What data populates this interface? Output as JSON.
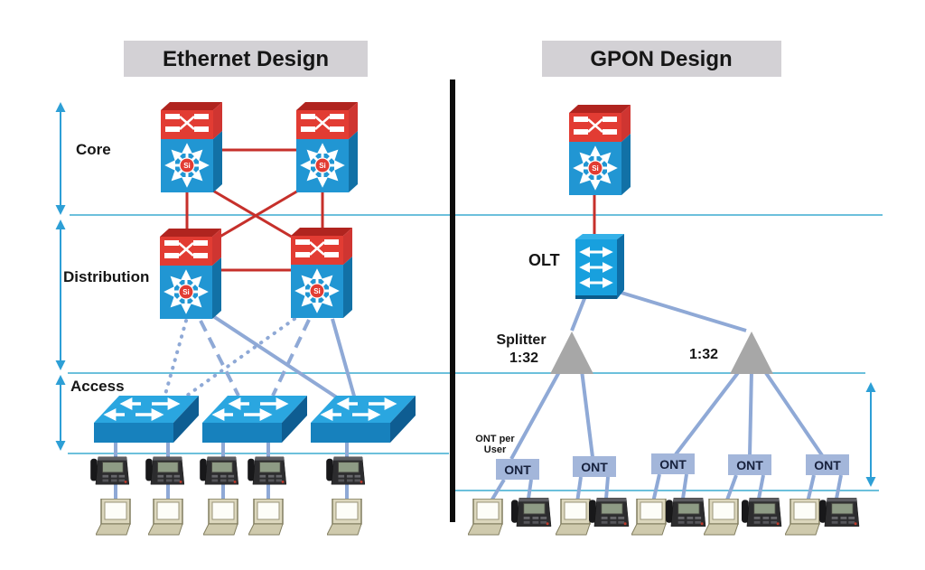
{
  "diagram": {
    "left_title": "Ethernet Design",
    "right_title": "GPON Design"
  },
  "ethernet": {
    "layers": {
      "core": "Core",
      "distribution": "Distribution",
      "access": "Access"
    },
    "si_badge": "Si",
    "core_switches": 2,
    "distribution_switches": 2,
    "access_switches": 3,
    "ip_phones": 5,
    "computers": 5
  },
  "gpon": {
    "olt_label": "OLT",
    "splitter_label": "Splitter",
    "splitter_left_ratio": "1:32",
    "splitter_right_ratio": "1:32",
    "ont_per_user_line1": "ONT per",
    "ont_per_user_line2": "User",
    "ont_label": "ONT",
    "onts": 5,
    "ip_phones": 5,
    "computers": 5
  },
  "colors": {
    "title_bg": "#d3d1d5",
    "cisco_red": "#e23c33",
    "cisco_blue": "#2196d3",
    "access_switch_blue": "#1781bd",
    "red_link": "#c6302b",
    "device_link_blue": "#8fa9d6",
    "boundary_line_blue": "#6cc0dc",
    "measure_arrow_blue": "#2d9fd6",
    "splitter_gray": "#a7a7a7",
    "ont_fill": "#a3b6da",
    "ont_text": "#16203c",
    "divider_black": "#0d0d0d"
  }
}
